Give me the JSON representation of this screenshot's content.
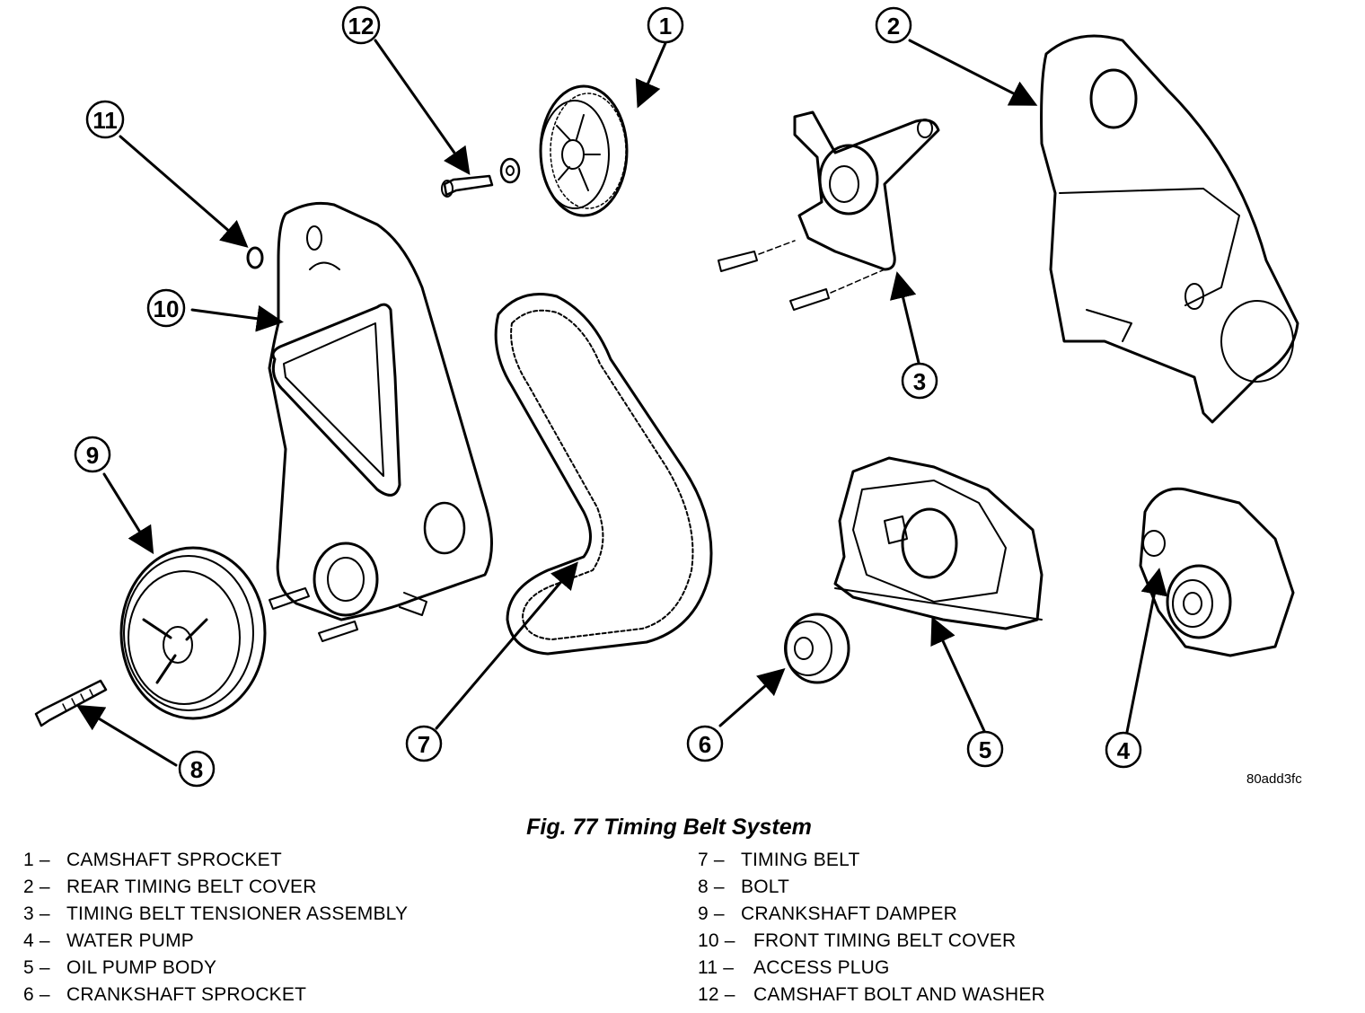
{
  "figure": {
    "code": "80add3fc",
    "caption": "Fig. 77 Timing Belt System"
  },
  "callouts": [
    "1",
    "2",
    "3",
    "4",
    "5",
    "6",
    "7",
    "8",
    "9",
    "10",
    "11",
    "12"
  ],
  "legend": {
    "left": [
      {
        "num": "1 –",
        "text": "CAMSHAFT SPROCKET"
      },
      {
        "num": "2 –",
        "text": "REAR TIMING BELT COVER"
      },
      {
        "num": "3 –",
        "text": "TIMING BELT TENSIONER ASSEMBLY"
      },
      {
        "num": "4 –",
        "text": "WATER PUMP"
      },
      {
        "num": "5 –",
        "text": "OIL PUMP BODY"
      },
      {
        "num": "6 –",
        "text": "CRANKSHAFT SPROCKET"
      }
    ],
    "right": [
      {
        "num": "7 –",
        "text": "TIMING BELT"
      },
      {
        "num": "8 –",
        "text": "BOLT"
      },
      {
        "num": "9 –",
        "text": "CRANKSHAFT DAMPER"
      },
      {
        "num": "10 –",
        "text": "FRONT TIMING BELT COVER"
      },
      {
        "num": "11 –",
        "text": "ACCESS PLUG"
      },
      {
        "num": "12 –",
        "text": "CAMSHAFT BOLT AND WASHER"
      }
    ]
  }
}
